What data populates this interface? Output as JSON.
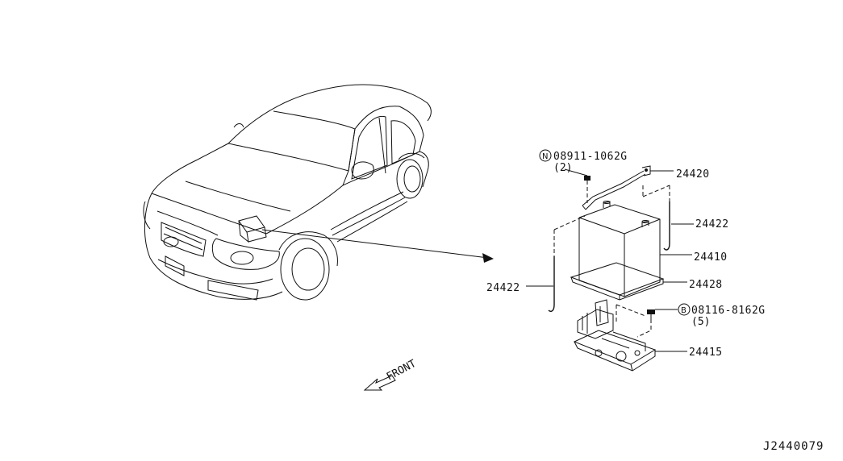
{
  "diagram": {
    "drawing_code": "J2440079",
    "front_label": "FRONT",
    "parts": [
      {
        "id": "24420",
        "label": "24420"
      },
      {
        "id": "24422a",
        "label": "24422"
      },
      {
        "id": "24410",
        "label": "24410"
      },
      {
        "id": "24428",
        "label": "24428"
      },
      {
        "id": "24422b",
        "label": "24422"
      },
      {
        "id": "24415",
        "label": "24415"
      }
    ],
    "fasteners": [
      {
        "symbol": "N",
        "number": "08911-1062G",
        "qty": "(2)"
      },
      {
        "symbol": "B",
        "number": "08116-8162G",
        "qty": "(5)"
      }
    ]
  }
}
